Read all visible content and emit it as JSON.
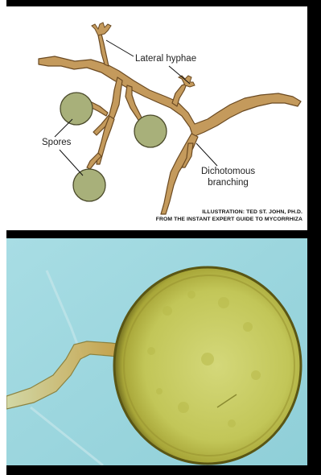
{
  "diagram": {
    "labels": {
      "lateral_hyphae": "Lateral hyphae",
      "spores": "Spores",
      "dichotomous_line1": "Dichotomous",
      "dichotomous_line2": "branching"
    },
    "credit": {
      "line1": "ILLUSTRATION: TED ST. JOHN, PH.D.",
      "line2": "FROM THE INSTANT EXPERT GUIDE TO MYCORRHIZA"
    },
    "colors": {
      "hyphae_fill": "#c49a5c",
      "hyphae_stroke": "#6b4a22",
      "spore_fill": "#a8b07a",
      "spore_stroke": "#4a4a2a"
    }
  },
  "micrograph": {
    "colors": {
      "background": "#9fd8e0",
      "spore_center": "#d4d87a",
      "spore_edge": "#8a8a2a",
      "hypha": "#c8a850"
    }
  }
}
